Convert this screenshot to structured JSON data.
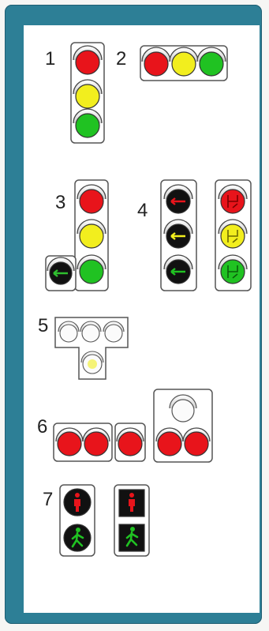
{
  "colors": {
    "frame": "#2d7f96",
    "panel": "#ffffff",
    "red": "#e8141b",
    "yellow": "#f2ee1e",
    "green": "#20c222",
    "black": "#111111"
  },
  "groups": [
    {
      "number": "1",
      "description_icon": "vertical-traffic-light"
    },
    {
      "number": "2",
      "description_icon": "horizontal-traffic-light"
    },
    {
      "number": "3",
      "description_icon": "traffic-light-with-left-arrow-section"
    },
    {
      "number": "4",
      "description_icon": "arrow-and-symbol-traffic-lights"
    },
    {
      "number": "5",
      "description_icon": "t-shaped-signal"
    },
    {
      "number": "6",
      "description_icon": "red-blinking-signals"
    },
    {
      "number": "7",
      "description_icon": "pedestrian-traffic-lights"
    }
  ]
}
